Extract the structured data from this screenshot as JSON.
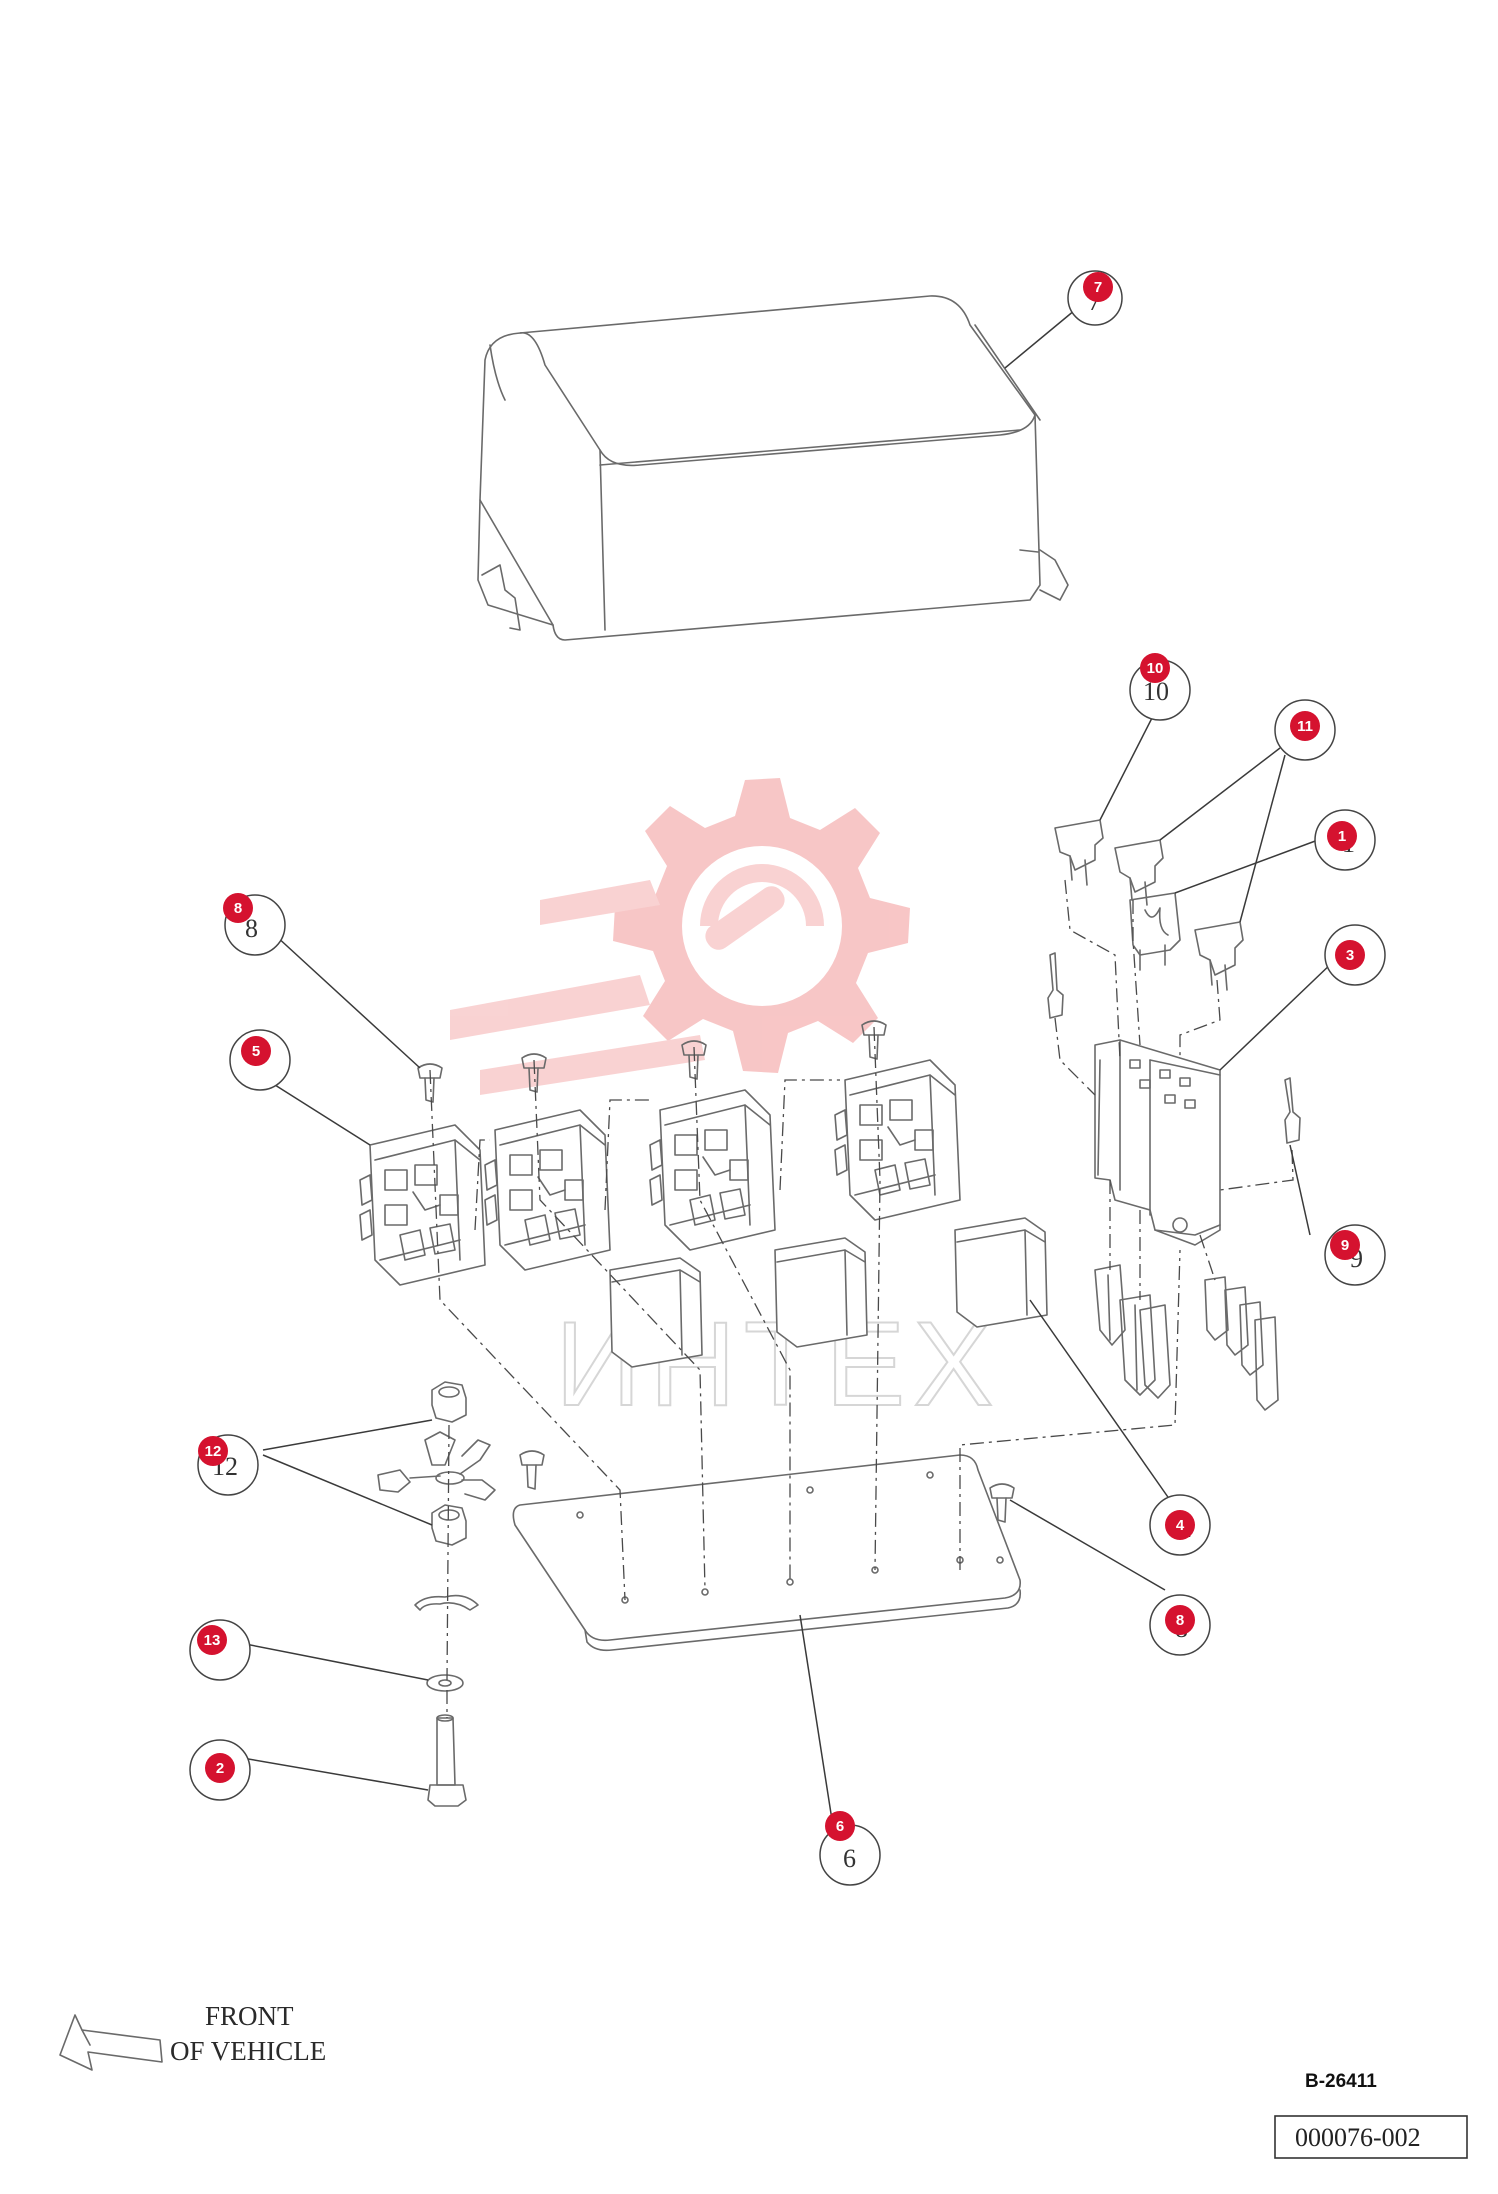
{
  "watermark": {
    "text": "ИНТЕХ",
    "logo_color": "#f5b3b3",
    "text_color": "#c9c9c9"
  },
  "badge_color": "#d5122f",
  "front_label": {
    "line1": "FRONT",
    "line2": "OF VEHICLE"
  },
  "drawing_code": "B-26411",
  "document_number": "000076-002",
  "callouts": [
    {
      "id": "7",
      "printed": "7"
    },
    {
      "id": "10",
      "printed": "10"
    },
    {
      "id": "11",
      "printed": ""
    },
    {
      "id": "1",
      "printed": "1"
    },
    {
      "id": "3",
      "printed": ""
    },
    {
      "id": "8",
      "printed": "8"
    },
    {
      "id": "5",
      "printed": ""
    },
    {
      "id": "9",
      "printed": "9"
    },
    {
      "id": "12",
      "printed": "12"
    },
    {
      "id": "4",
      "printed": "4"
    },
    {
      "id": "8",
      "printed": "8"
    },
    {
      "id": "13",
      "printed": ""
    },
    {
      "id": "2",
      "printed": ""
    },
    {
      "id": "6",
      "printed": "6"
    }
  ]
}
